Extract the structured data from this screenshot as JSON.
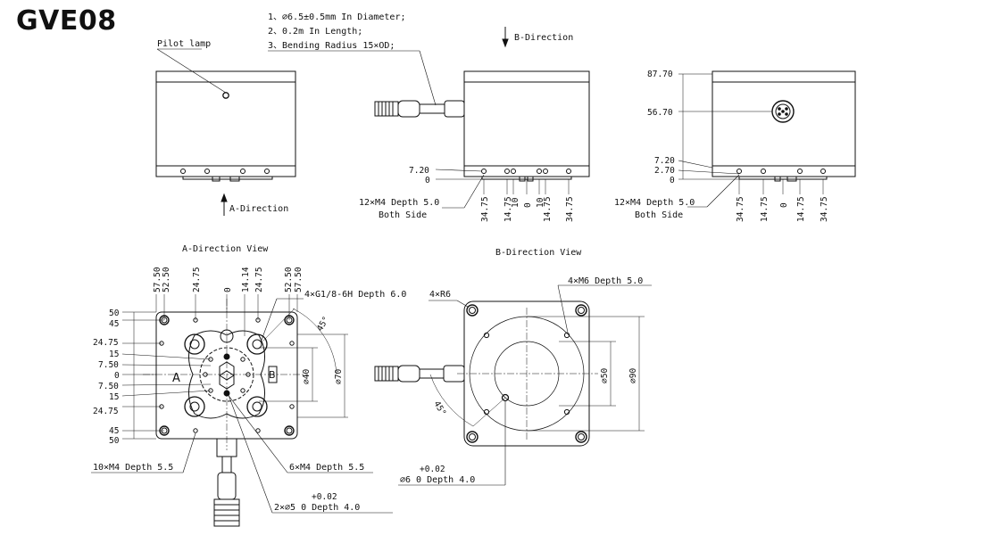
{
  "title": "GVE08",
  "notes": [
    "1、∅6.5±0.5mm In Diameter;",
    "2、0.2m In Length;",
    "3、Bending Radius 15×OD;"
  ],
  "labels": {
    "pilot_lamp": "Pilot lamp",
    "a_direction": "A-Direction",
    "b_direction": "B-Direction",
    "a_view": "A-Direction View",
    "b_view": "B-Direction View",
    "tap_m4_12": "12×M4 Depth 5.0",
    "both_side": "Both Side",
    "g18": "4×G1/8-6H Depth 6.0",
    "m4_10": "10×M4 Depth 5.5",
    "m4_6": "6×M4 Depth 5.5",
    "pin_2x5": "2×∅5  0   Depth 4.0",
    "pin_2x5_tol": "+0.02",
    "r6": "4×R6",
    "m6_4": "4×M6 Depth 5.0",
    "pin_6": "∅6  0    Depth 4.0",
    "pin_6_tol": "+0.02",
    "angle": "45°"
  },
  "dims": {
    "mid_left": [
      "7.20",
      "0"
    ],
    "right_side": [
      "87.70",
      "56.70",
      "7.20",
      "2.70",
      "0"
    ],
    "bottom_x": [
      "34.75",
      "14.75",
      "10",
      "0",
      "10",
      "14.75",
      "34.75"
    ],
    "bottom_x_right": [
      "34.75",
      "14.75",
      "0",
      "14.75",
      "34.75"
    ],
    "a_top": [
      "57.50",
      "52.50",
      "24.75",
      "0",
      "14.14",
      "24.75",
      "52.50",
      "57.50"
    ],
    "a_left": [
      "50",
      "45",
      "24.75",
      "15",
      "7.50",
      "0",
      "7.50",
      "15",
      "24.75",
      "45",
      "50"
    ],
    "a_dia": [
      "∅40",
      "∅70"
    ],
    "b_dia": [
      "∅50",
      "∅90"
    ],
    "a_marks": [
      "A",
      "B"
    ]
  }
}
